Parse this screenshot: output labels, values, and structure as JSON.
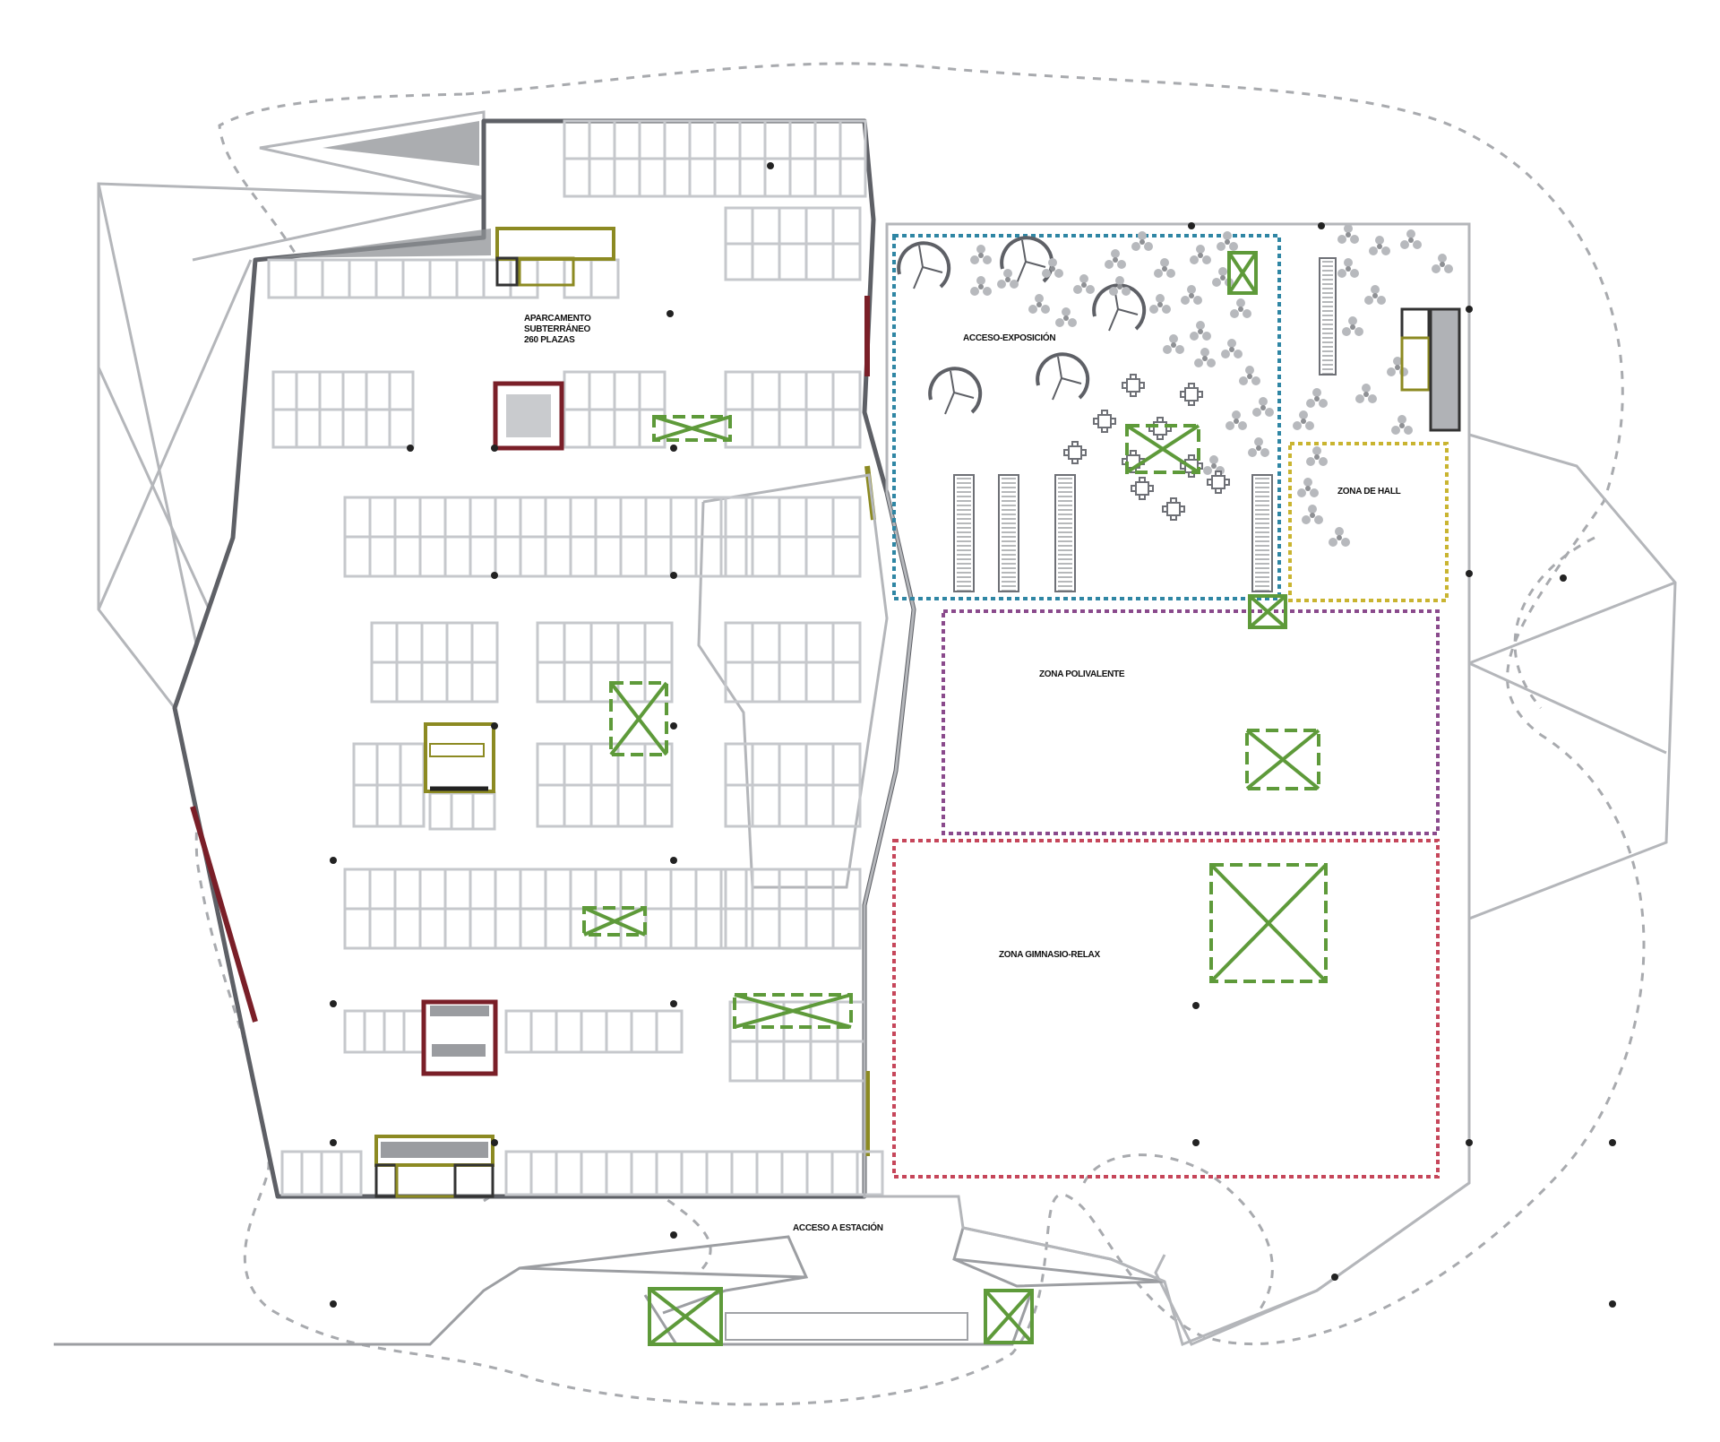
{
  "colors": {
    "wall": "#5e6066",
    "parking_line": "#c6c8cc",
    "site_outline": "#b4b6ba",
    "dashed_contour": "#a8aaae",
    "fire_red": "#7a1f28",
    "olive": "#8c8a22",
    "void_green": "#5e9a3a",
    "zone_blue": "#2f86a4",
    "zone_purple": "#8a4a8c",
    "zone_red": "#c6465a",
    "zone_yellow": "#c9b430",
    "column": "#222222"
  },
  "labels": {
    "parking": [
      "APARCAMENTO",
      "SUBTERRÁNEO",
      "260 PLAZAS"
    ],
    "exhibition": "ACCESO-EXPOSICIÓN",
    "hall": "ZONA DE HALL",
    "multipurpose": "ZONA POLIVALENTE",
    "gym": "ZONA GIMNASIO-RELAX",
    "station": "ACCESO A ESTACIÓN"
  }
}
